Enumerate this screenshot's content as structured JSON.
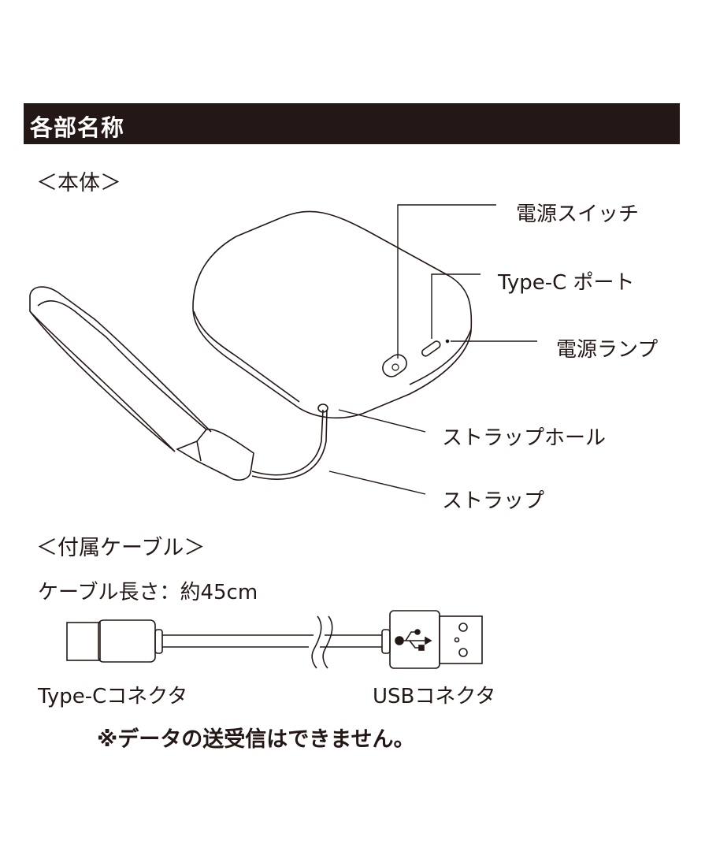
{
  "header": {
    "title": "各部名称"
  },
  "body_section": {
    "title": "＜本体＞",
    "labels": {
      "power_switch": "電源スイッチ",
      "typec_port": "Type-C ポート",
      "power_lamp": "電源ランプ",
      "strap_hole": "ストラップホール",
      "strap": "ストラップ"
    }
  },
  "cable_section": {
    "title": "＜付属ケーブル＞",
    "length": "ケーブル長さ：約45cm",
    "typec_connector": "Type-Cコネクタ",
    "usb_connector": "USBコネクタ",
    "note": "※データの送受信はできません。"
  },
  "colors": {
    "ink": "#231815",
    "background": "#ffffff"
  }
}
